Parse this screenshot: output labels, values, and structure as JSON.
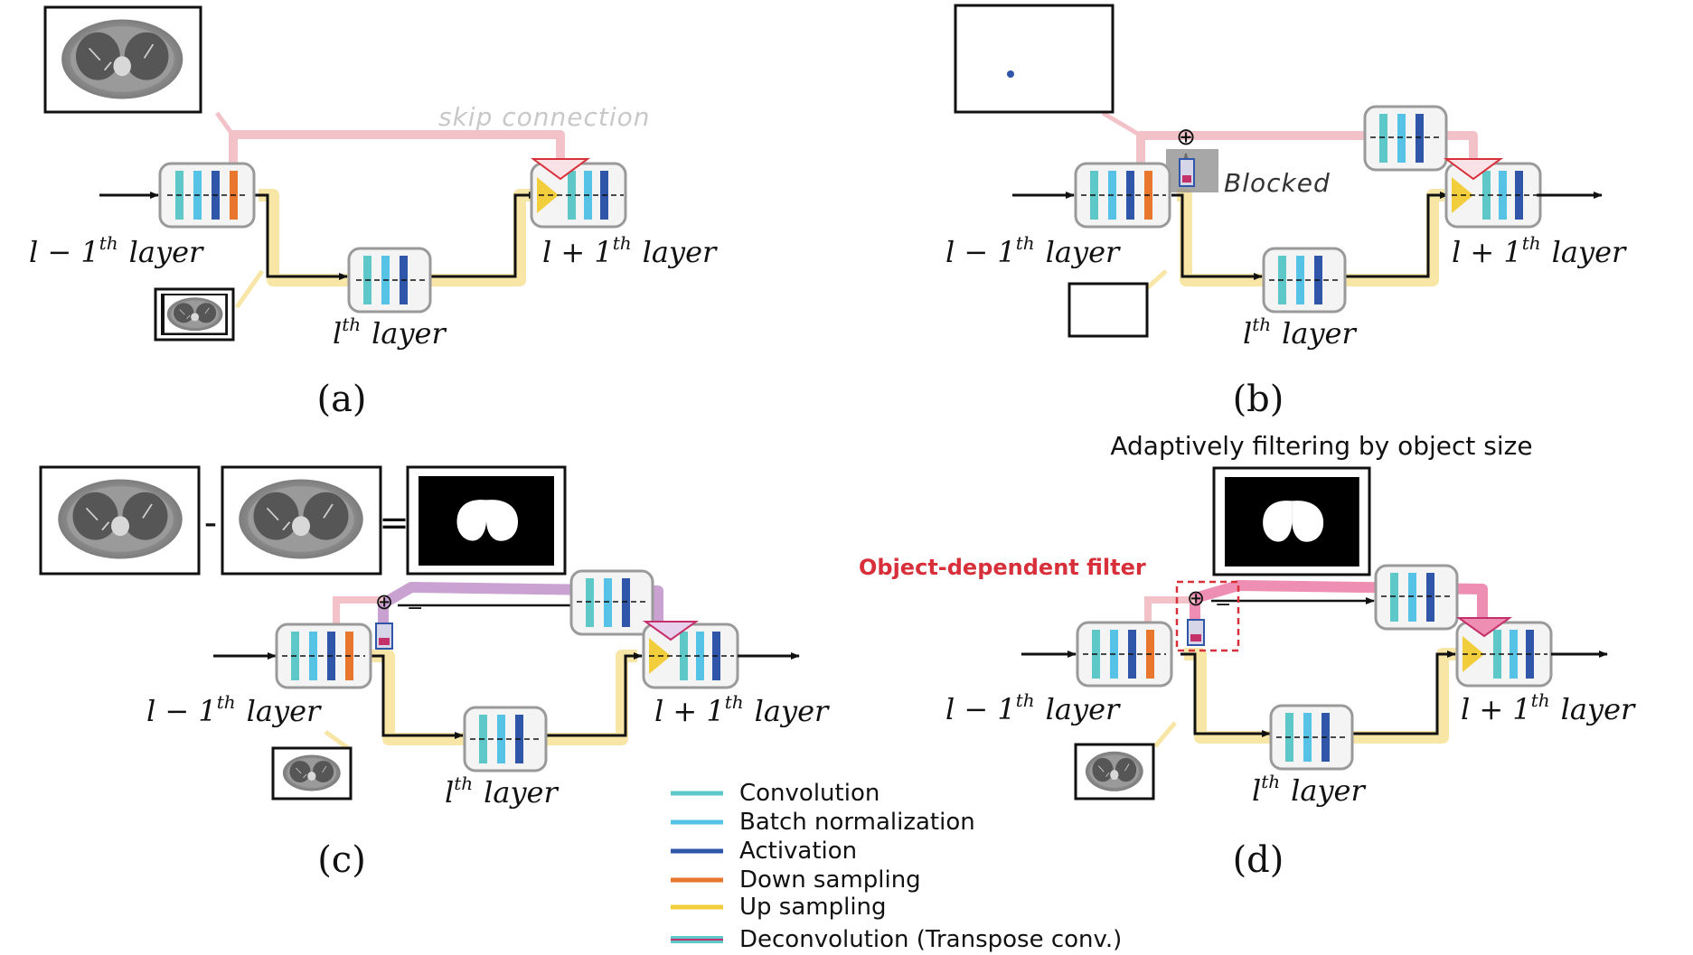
{
  "panels": {
    "a": {
      "caption": "(a)",
      "skip_label": "skip connection",
      "prev_layer": "l − 1",
      "mid_layer": "l",
      "next_layer": "l + 1",
      "sup": "th",
      "layer_word": "layer"
    },
    "b": {
      "caption": "(b)",
      "blocked_label": "Blocked",
      "prev_layer": "l − 1",
      "mid_layer": "l",
      "next_layer": "l + 1",
      "sup": "th",
      "layer_word": "layer"
    },
    "c": {
      "caption": "(c)",
      "minus_sign": "-",
      "equals_sign": "=",
      "prev_layer": "l − 1",
      "mid_layer": "l",
      "next_layer": "l + 1",
      "sup": "th",
      "layer_word": "layer"
    },
    "d": {
      "caption": "(d)",
      "title": "Adaptively filtering by object size",
      "filter_label": "Object-dependent filter",
      "prev_layer": "l − 1",
      "mid_layer": "l",
      "next_layer": "l + 1",
      "sup": "th",
      "layer_word": "layer"
    }
  },
  "operators": {
    "plus": "⊕",
    "minus": "−"
  },
  "legend": [
    {
      "label": "Convolution",
      "color": "#5ec8c8"
    },
    {
      "label": "Batch normalization",
      "color": "#56c2e6"
    },
    {
      "label": "Activation",
      "color": "#2f56a8"
    },
    {
      "label": "Down sampling",
      "color": "#e8762c"
    },
    {
      "label": "Up sampling",
      "color": "#f2cd3c"
    },
    {
      "label": "Deconvolution (Transpose conv.)",
      "color": "#c4306a"
    }
  ],
  "colors": {
    "block_border": "#9a9a9a",
    "skip_pink": "#f2c2c8",
    "up_path_yellow": "#f8e6a6",
    "purple_path": "#caa2d2",
    "red_label": "#d8303a",
    "pink_path": "#ee8eb2"
  }
}
